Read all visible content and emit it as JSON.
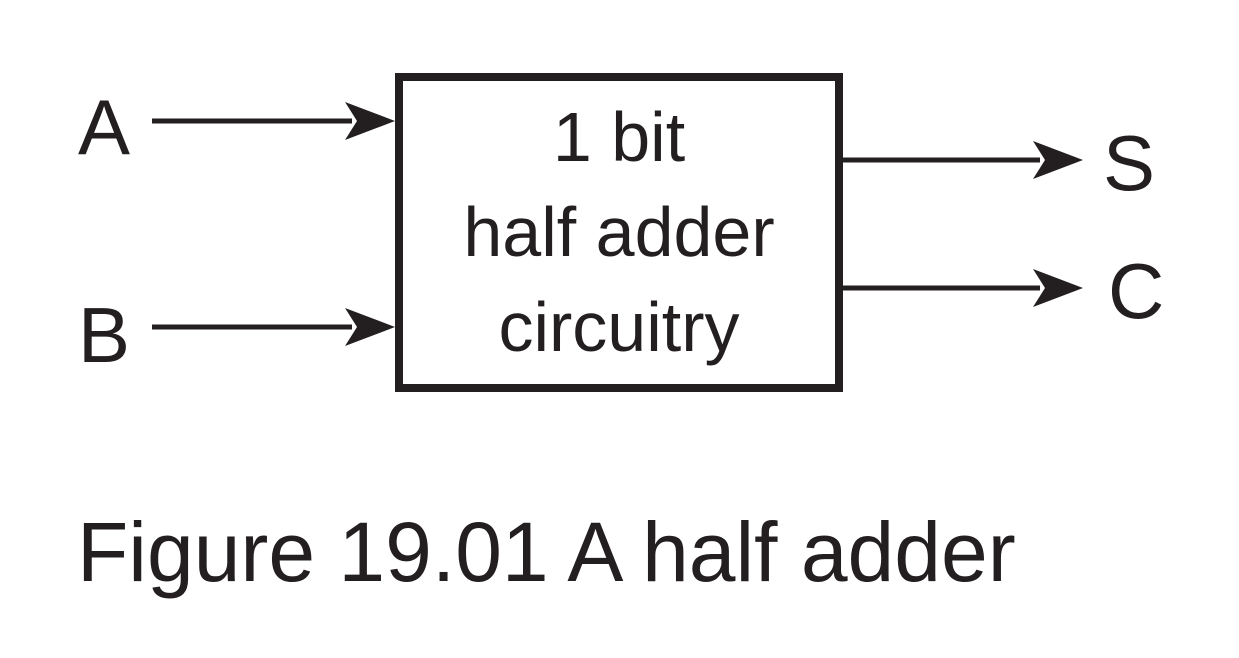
{
  "diagram": {
    "box": {
      "lines": [
        "1 bit",
        "half adder",
        "circuitry"
      ]
    },
    "inputs": [
      {
        "label": "A"
      },
      {
        "label": "B"
      }
    ],
    "outputs": [
      {
        "label": "S"
      },
      {
        "label": "C"
      }
    ]
  },
  "caption": {
    "text": "Figure 19.01 A half adder"
  },
  "colors": {
    "ink": "#231f20",
    "background": "#ffffff"
  }
}
